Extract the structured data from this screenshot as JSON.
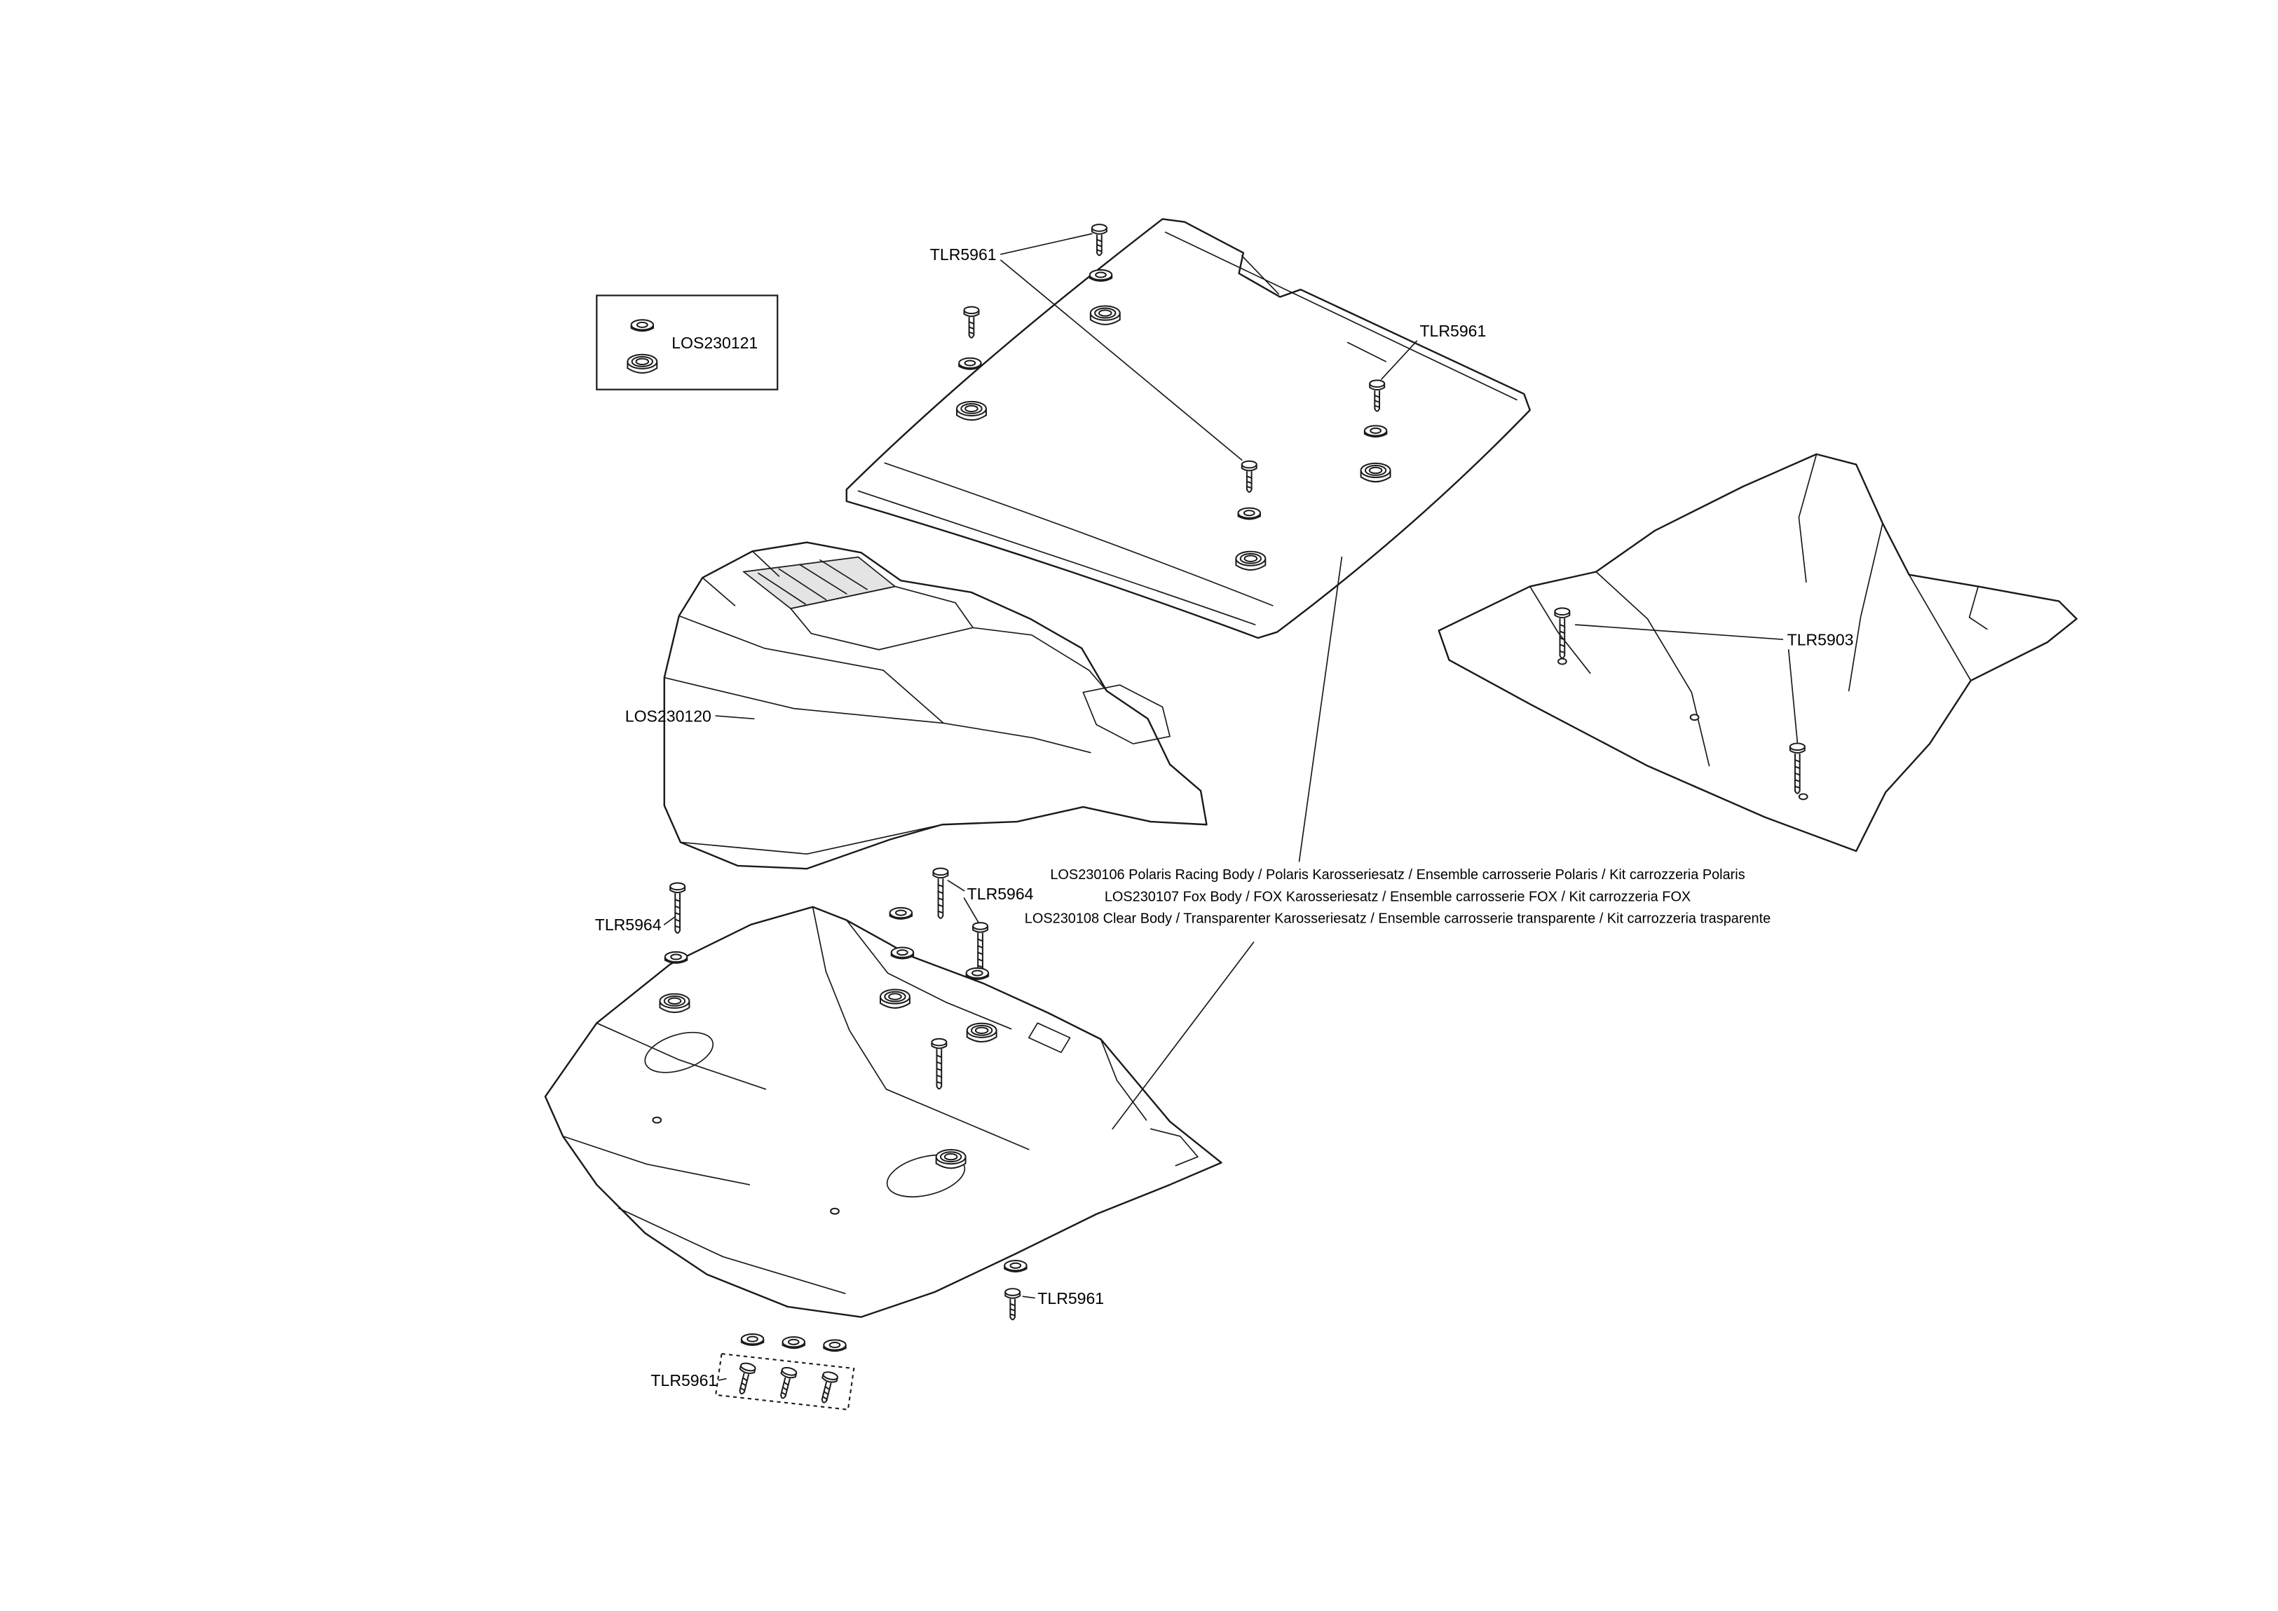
{
  "page": {
    "background": "#ffffff",
    "line_color": "#1a1a1a"
  },
  "labels": {
    "roof_screws_top": "TLR5961",
    "roof_screw_right": "TLR5961",
    "grommet_legend": "LOS230121",
    "main_body": "LOS230120",
    "side_panel_screws": "TLR5903",
    "front_screw_left": "TLR5964",
    "front_screws_mid": "TLR5964",
    "front_screw_lower": "TLR5961",
    "front_screws_bottom": "TLR5961"
  },
  "body_options": {
    "polaris": "LOS230106 Polaris Racing Body / Polaris Karosseriesatz / Ensemble carrosserie Polaris / Kit carrozzeria Polaris",
    "fox": "LOS230107 Fox Body / FOX Karosseriesatz / Ensemble carrosserie FOX / Kit carrozzeria FOX",
    "clear": "LOS230108 Clear Body / Transparenter Karosseriesatz / Ensemble carrosserie transparente / Kit carrozzeria trasparente"
  }
}
